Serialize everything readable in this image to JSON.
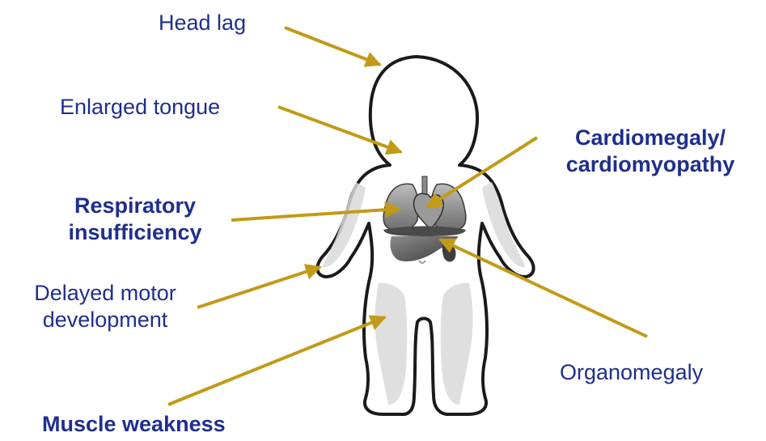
{
  "labels": {
    "head_lag": "Head lag",
    "enlarged_tongue": "Enlarged tongue",
    "cardiomegaly": "Cardiomegaly/\ncardiomyopathy",
    "respiratory": "Respiratory\ninsufficiency",
    "delayed_motor": "Delayed motor\ndevelopment",
    "organomegaly": "Organomegaly",
    "muscle_weakness": "Muscle weakness"
  },
  "colors": {
    "label_text": "#1f2f8c",
    "arrow": "#c29a17",
    "body_outline": "#1a1a1a",
    "body_fill": "#ffffff",
    "muscle_shading": "#d9d9d9",
    "organ_dark": "#4a4a4a",
    "organ_mid": "#7a7a7a",
    "organ_light": "#a8a8a8"
  },
  "icons": {
    "figure": "infant-body-icon"
  }
}
